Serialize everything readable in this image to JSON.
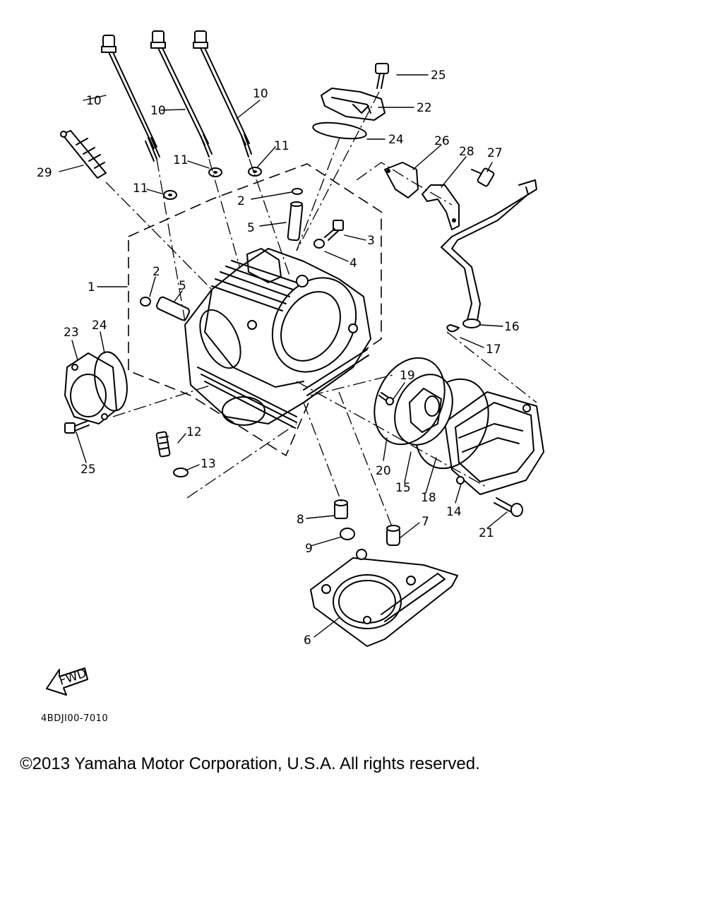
{
  "diagram": {
    "callouts": [
      "1",
      "2",
      "2",
      "3",
      "4",
      "5",
      "5",
      "6",
      "7",
      "8",
      "9",
      "10",
      "10",
      "10",
      "11",
      "11",
      "11",
      "12",
      "13",
      "14",
      "15",
      "16",
      "17",
      "18",
      "19",
      "20",
      "21",
      "22",
      "23",
      "24",
      "24",
      "25",
      "25",
      "26",
      "27",
      "28",
      "29"
    ],
    "fwd_label": "FWD",
    "drawing_code": "4BDJI00-7010"
  },
  "footer": {
    "copyright": "©2013 Yamaha Motor Corporation, U.S.A. All rights reserved."
  }
}
